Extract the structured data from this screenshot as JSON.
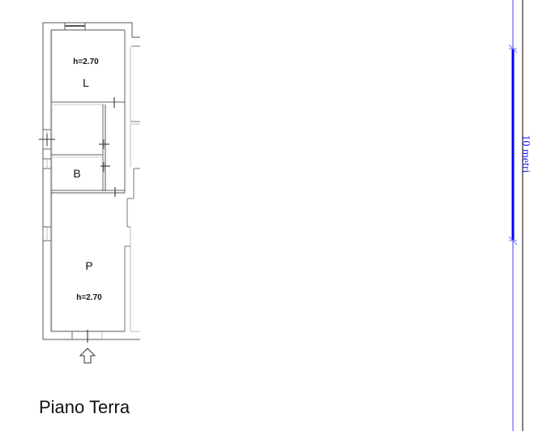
{
  "drawing": {
    "title": "Piano Terra",
    "rooms": [
      {
        "id": "L",
        "letter": "L",
        "height_label": "h=2.70"
      },
      {
        "id": "unlabeled",
        "letter": ""
      },
      {
        "id": "B",
        "letter": "B"
      },
      {
        "id": "corridor",
        "letter": ""
      },
      {
        "id": "P",
        "letter": "P",
        "height_label": "h=2.70"
      }
    ],
    "entrance": {
      "icon": "arrow-up-icon"
    },
    "scale_bar": {
      "label": "10 metri",
      "color": "#0000ff",
      "guide_color": "#a0a0ff",
      "border_color": "#808080"
    }
  }
}
